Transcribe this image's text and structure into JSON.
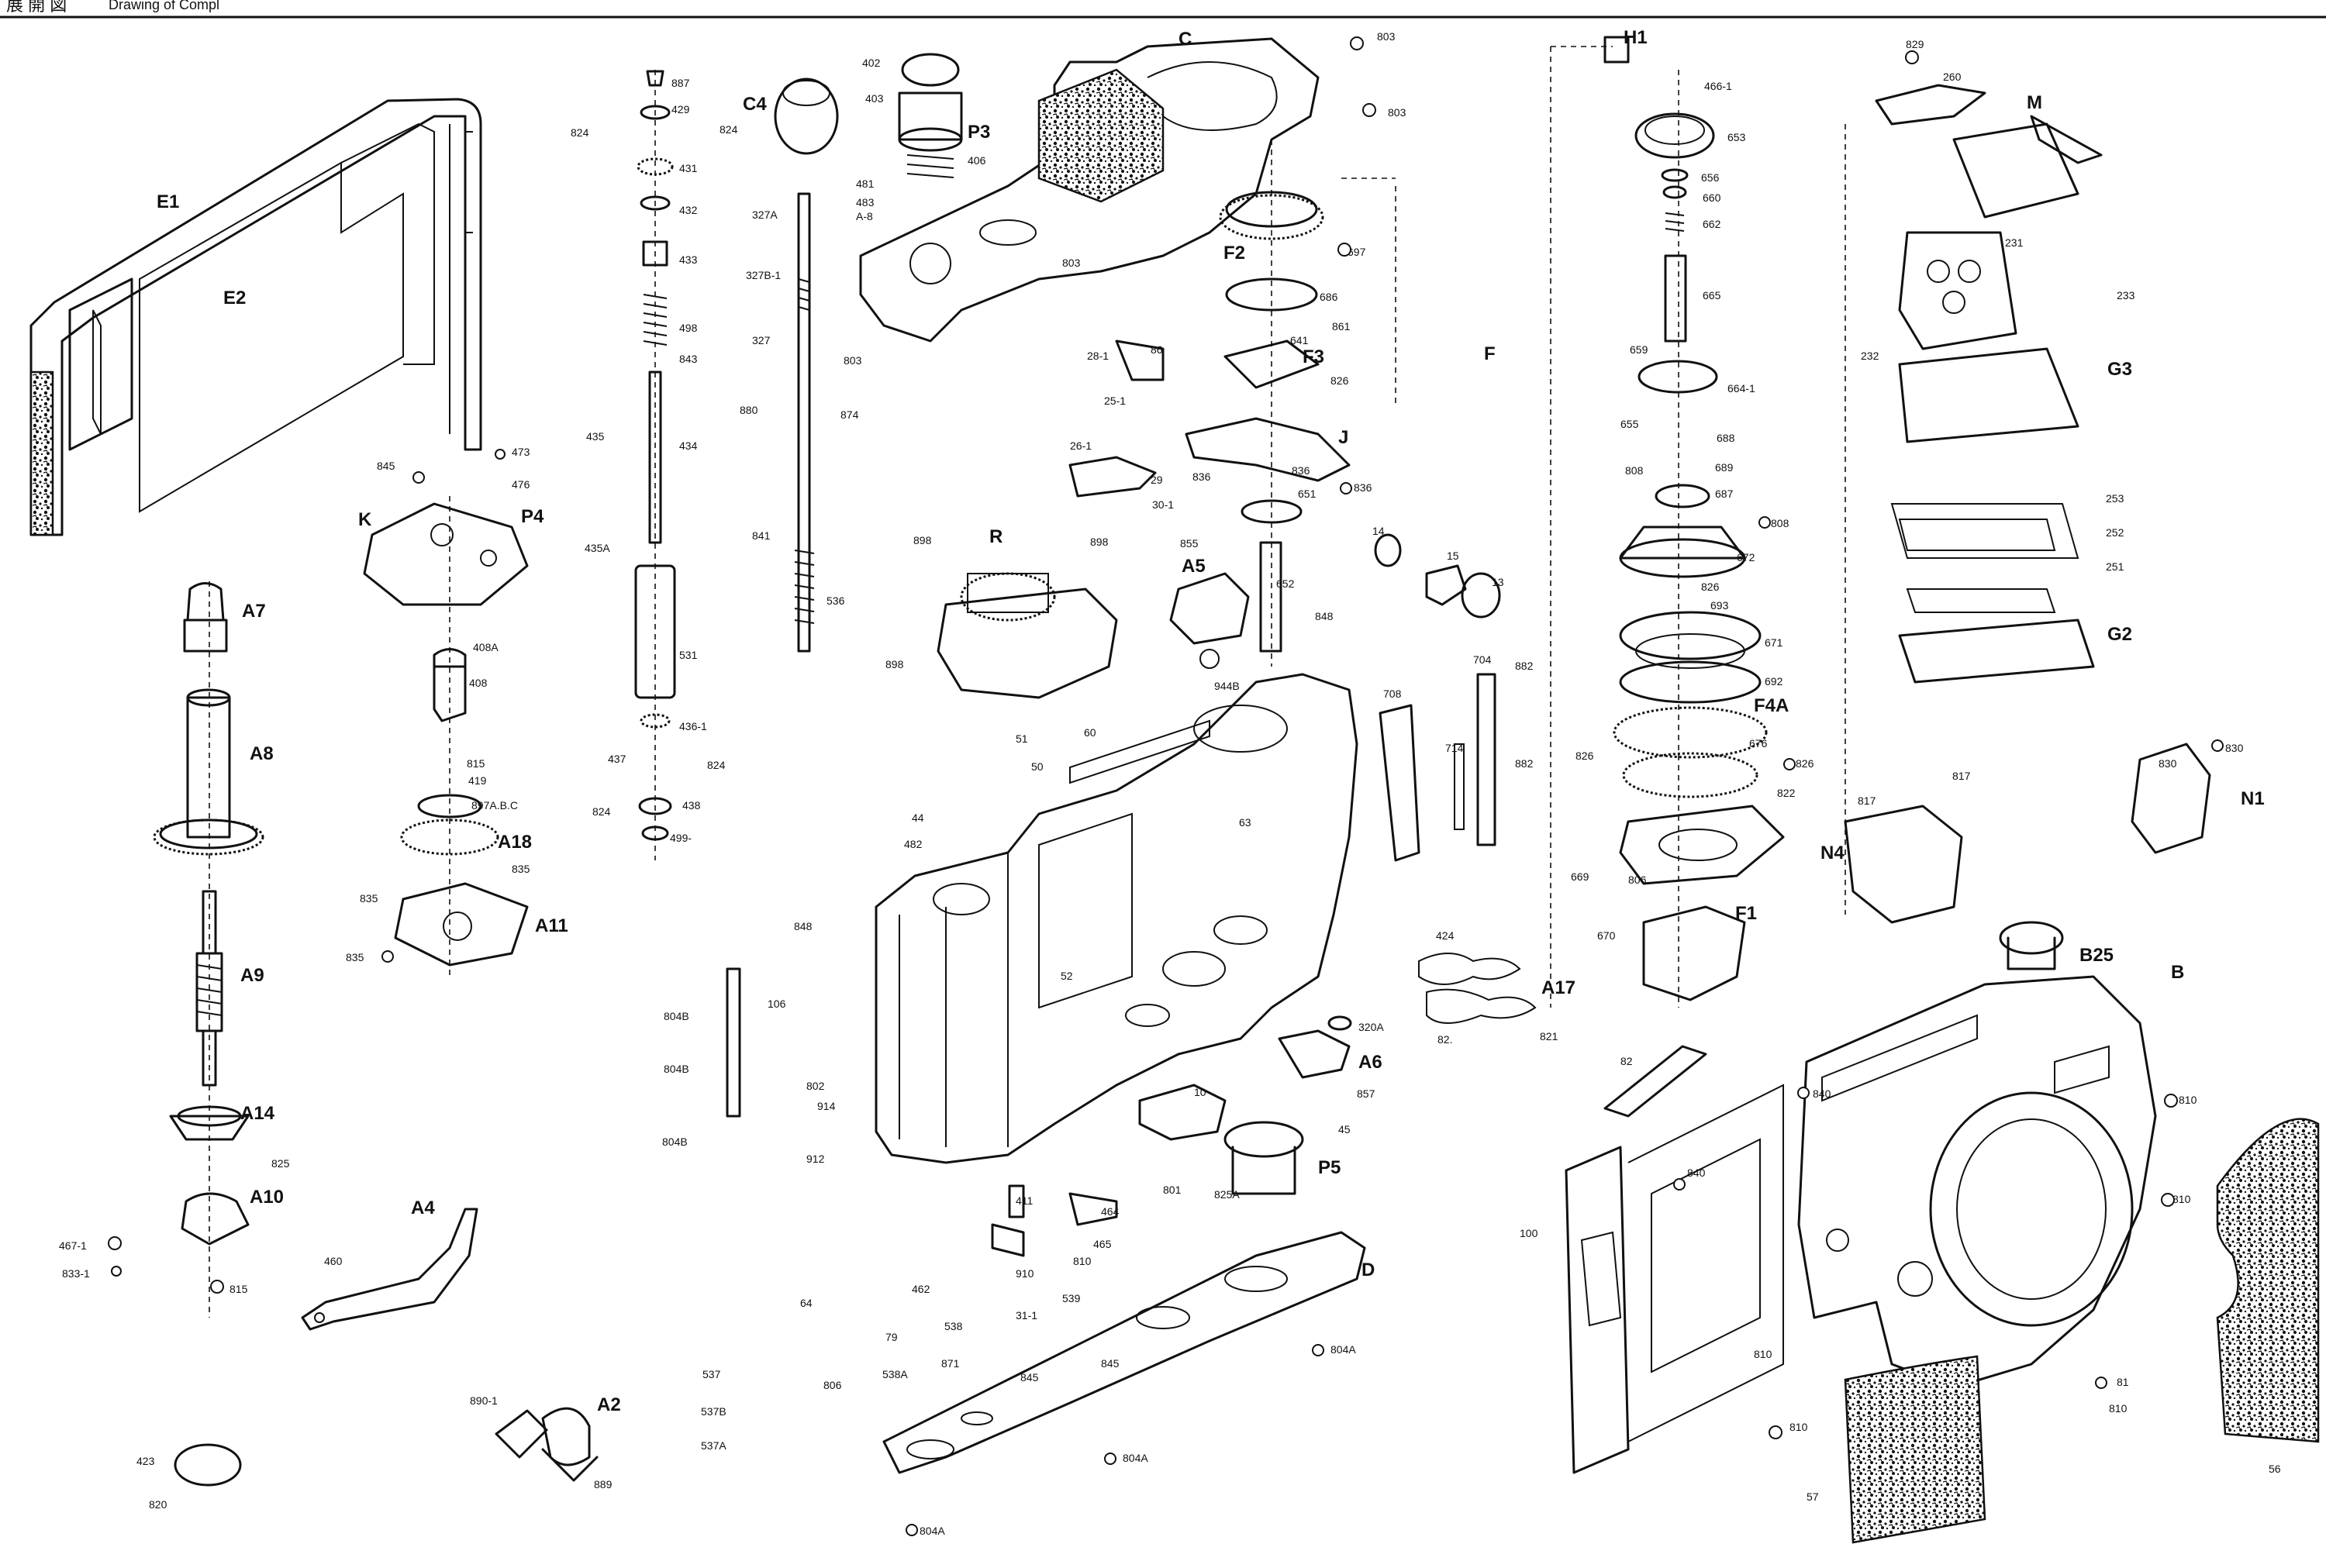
{
  "header": {
    "title": "展 開 図",
    "subtitle": "Drawing of Compl"
  },
  "assemblies": {
    "E1": "E1",
    "E2": "E2",
    "C4": "C4",
    "C": "C",
    "P3": "P3",
    "A8_letter": "A-8",
    "F2": "F2",
    "F3": "F3",
    "J": "J",
    "F": "F",
    "H1": "H1",
    "M": "M",
    "K": "K",
    "P4": "P4",
    "A7": "A7",
    "A8": "A8",
    "A18": "A18",
    "A11": "A11",
    "A9": "A9",
    "A14": "A14",
    "A10": "A10",
    "A4": "A4",
    "A2": "A2",
    "R": "R",
    "A5": "A5",
    "F4A": "F4A",
    "F1": "F1",
    "A17": "A17",
    "A6": "A6",
    "P5": "P5",
    "D": "D",
    "N4": "N4",
    "N1": "N1",
    "B25": "B25",
    "B": "B",
    "G3": "G3",
    "G2": "G2"
  },
  "part_numbers": {
    "p887": "887",
    "p429": "429",
    "p824a": "824",
    "p824b": "824",
    "p431": "431",
    "p432": "432",
    "p433": "433",
    "p498": "498",
    "p843": "843",
    "p434": "434",
    "p435": "435",
    "p435A": "435A",
    "p531": "531",
    "p436_1": "436-1",
    "p437": "437",
    "p824c": "824",
    "p824d": "824",
    "p438": "438",
    "p499": "499-",
    "p402": "402",
    "p403": "403",
    "p406": "406",
    "p481": "481",
    "p483": "483",
    "p327A": "327A",
    "p327B_1": "327B-1",
    "p327": "327",
    "p803a": "803",
    "p803b": "803",
    "p880": "880",
    "p874": "874",
    "p841": "841",
    "p536": "536",
    "p803c": "803",
    "p803d": "803",
    "p697": "697",
    "p686": "686",
    "p861": "861",
    "p641": "641",
    "p826a": "826",
    "p28_1": "28-1",
    "p86": "86",
    "p25_1": "25-1",
    "p26_1": "26-1",
    "p836a": "836",
    "p836b": "836",
    "p836c": "836",
    "p29": "29",
    "p30_1": "30-1",
    "p651": "651",
    "p652": "652",
    "p848a": "848",
    "p855": "855",
    "p898a": "898",
    "p898b": "898",
    "p898c": "898",
    "p944B": "944B",
    "p51": "51",
    "p50": "50",
    "p60": "60",
    "p63": "63",
    "p44": "44",
    "p482": "482",
    "p848b": "848",
    "p473": "473",
    "p476": "476",
    "p845a": "845",
    "p408A": "408A",
    "p408": "408",
    "p815a": "815",
    "p419": "419",
    "p897ABC": "897A.B.C",
    "p835a": "835",
    "p835b": "835",
    "p835c": "835",
    "p466_1": "466-1",
    "p653": "653",
    "p656": "656",
    "p660": "660",
    "p662": "662",
    "p665": "665",
    "p659": "659",
    "p664_1": "664-1",
    "p655": "655",
    "p688": "688",
    "p808a": "808",
    "p689": "689",
    "p687": "687",
    "p808b": "808",
    "p672": "672",
    "p826b": "826",
    "p693": "693",
    "p671": "671",
    "p692": "692",
    "p676": "676",
    "p826c": "826",
    "p826d": "826",
    "p822": "822",
    "p669": "669",
    "p806a": "806",
    "p670": "670",
    "p14": "14",
    "p15": "15",
    "p13": "13",
    "p704": "704",
    "p882a": "882",
    "p882b": "882",
    "p708": "708",
    "p714": "714",
    "p829": "829",
    "p260": "260",
    "p231": "231",
    "p233": "233",
    "p232": "232",
    "p253": "253",
    "p252": "252",
    "p251": "251",
    "p817a": "817",
    "p817b": "817",
    "p830a": "830",
    "p830b": "830",
    "p424": "424",
    "p821": "821",
    "p82": "82",
    "p82s": "82.",
    "p804Ba": "804B",
    "p804Bb": "804B",
    "p804Bc": "804B",
    "p106": "106",
    "p802": "802",
    "p914": "914",
    "p912": "912",
    "p52": "52",
    "p320A": "320A",
    "p857": "857",
    "p10": "10",
    "p45": "45",
    "p825A": "825A",
    "p801": "801",
    "p411": "411",
    "p910": "910",
    "p464": "464",
    "p465": "465",
    "p810a": "810",
    "p539": "539",
    "p825": "825",
    "p467_1": "467-1",
    "p833_1": "833-1",
    "p815b": "815",
    "p460": "460",
    "p890_1": "890-1",
    "p889": "889",
    "p423": "423",
    "p820": "820",
    "p537": "537",
    "p537B": "537B",
    "p537A": "537A",
    "p64": "64",
    "p79": "79",
    "p462": "462",
    "p538": "538",
    "p538A": "538A",
    "p871": "871",
    "p806b": "806",
    "p31_1": "31-1",
    "p845b": "845",
    "p845c": "845",
    "p804Aa": "804A",
    "p804Ab": "804A",
    "p804Ac": "804A",
    "p840a": "840",
    "p840b": "840",
    "p100": "100",
    "p810b": "810",
    "p810c": "810",
    "p810d": "810",
    "p810e": "810",
    "p810f": "810",
    "p81": "81",
    "p56": "56",
    "p57": "57"
  },
  "colors": {
    "ink": "#111111",
    "paper": "#ffffff"
  }
}
